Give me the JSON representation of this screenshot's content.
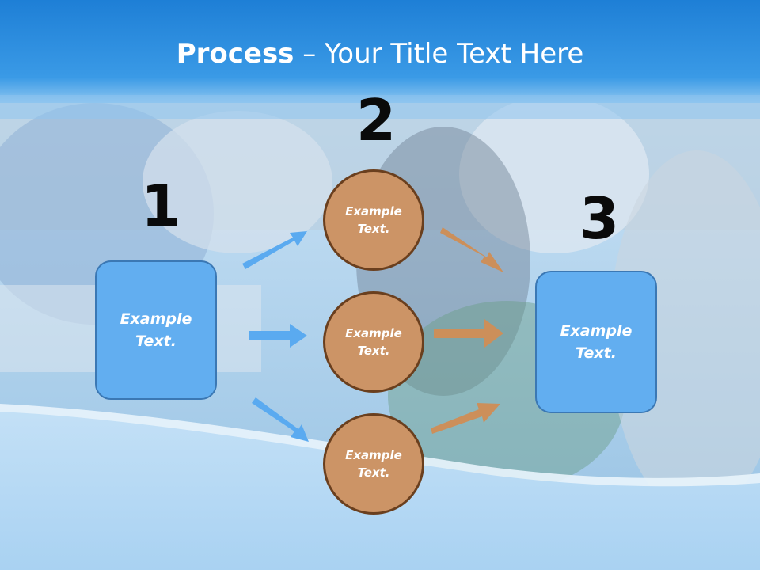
{
  "title": {
    "bold": "Process",
    "rest": " – Your Title Text Here"
  },
  "steps": [
    {
      "number": "1",
      "label": "Example Text."
    },
    {
      "number": "2",
      "circles": [
        {
          "label": "Example Text."
        },
        {
          "label": "Example Text."
        },
        {
          "label": "Example Text."
        }
      ]
    },
    {
      "number": "3",
      "label": "Example Text."
    }
  ],
  "colors": {
    "header_blue": "#2f8fe0",
    "box_fill": "#62aef0",
    "circle_fill": "#cc9466",
    "blue_arrow": "#5aaaf0",
    "orange_arrow": "#cc8f5a"
  }
}
